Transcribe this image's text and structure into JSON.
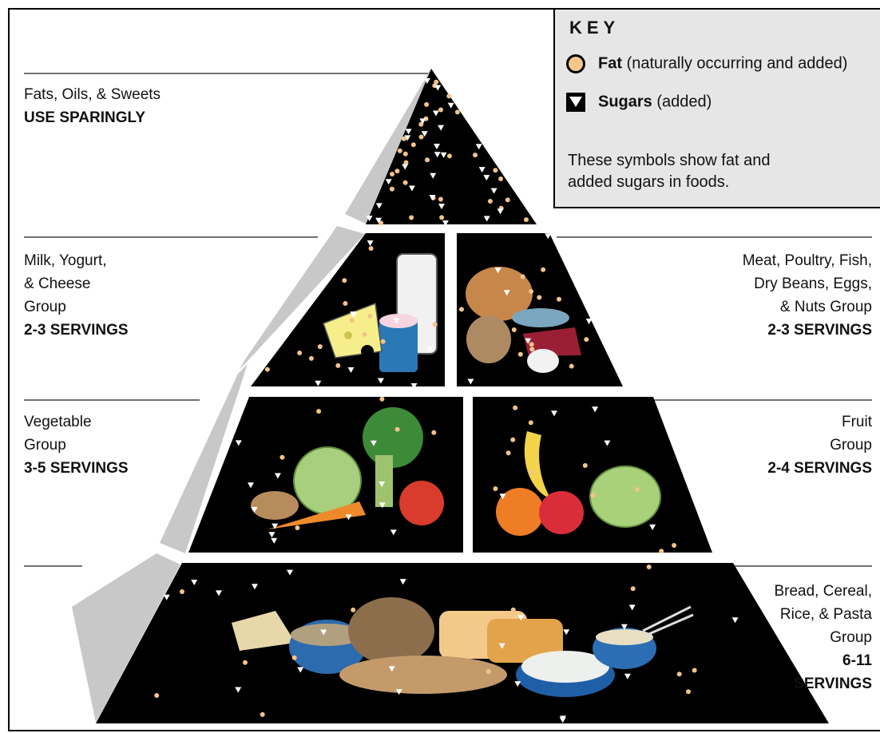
{
  "key": {
    "title": "KEY",
    "fat": {
      "name": "Fat",
      "detail": "(naturally occurring and added)"
    },
    "sugars": {
      "name": "Sugars",
      "detail": "(added)"
    },
    "note": "These symbols show fat and\nadded sugars in foods."
  },
  "groups": {
    "fats": {
      "name": "Fats, Oils, & Sweets",
      "servings": "USE SPARINGLY"
    },
    "milk": {
      "name": "Milk, Yogurt,\n& Cheese\nGroup",
      "servings": "2-3 SERVINGS"
    },
    "meat": {
      "name": "Meat, Poultry, Fish,\nDry Beans, Eggs,\n& Nuts Group",
      "servings": "2-3 SERVINGS"
    },
    "vegetable": {
      "name": "Vegetable\nGroup",
      "servings": "3-5 SERVINGS"
    },
    "fruit": {
      "name": "Fruit\nGroup",
      "servings": "2-4 SERVINGS"
    },
    "bread": {
      "name": "Bread, Cereal,\nRice, & Pasta\nGroup",
      "servings": "6-11\nSERVINGS"
    }
  },
  "colors": {
    "tier": "#000000",
    "side": "#c8c8c8",
    "fat_dot": "#f2c38a",
    "sugar_mark": "#ffffff",
    "key_bg": "#e6e6e6"
  }
}
